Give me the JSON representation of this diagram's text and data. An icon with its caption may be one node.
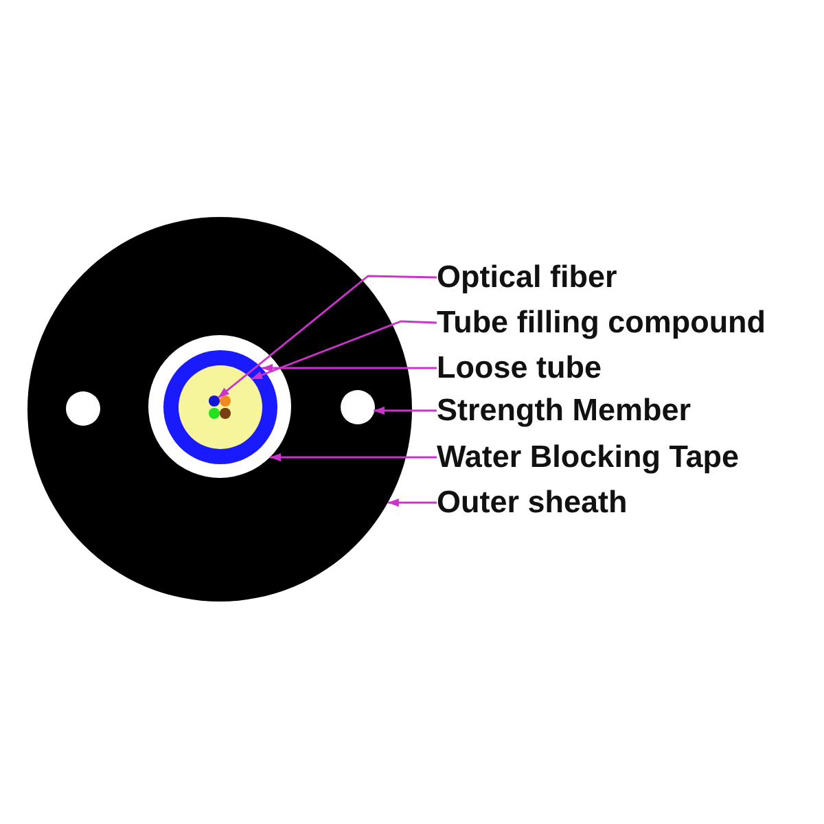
{
  "diagram": {
    "nodes": [
      {
        "text": [],
        "shape": "circle"
      },
      {
        "text": [],
        "shape": "circle",
        "in": 0
      },
      {
        "text": [],
        "shape": "circle",
        "in": 0
      },
      {
        "text": [],
        "shape": "circle",
        "in": 2
      },
      {
        "text": [],
        "shape": "circle",
        "in": 3
      },
      {
        "text": [],
        "shape": "circle",
        "in": 4
      },
      {
        "text": [],
        "shape": "circle",
        "in": 4
      },
      {
        "text": [],
        "shape": "circle",
        "in": 4
      },
      {
        "text": [],
        "shape": "circle",
        "in": 4
      },
      {
        "text": [],
        "shape": "circle",
        "in": 0
      },
      {
        "text": [
          "Optical fiber"
        ]
      },
      {
        "text": [
          "Tube filling compound"
        ]
      },
      {
        "text": [
          "Loose tube"
        ]
      },
      {
        "text": [
          "Strength Member"
        ]
      },
      {
        "text": [
          "Water Blocking Tape"
        ]
      },
      {
        "text": [
          "Outer sheath"
        ]
      }
    ],
    "edges": [
      {
        "from": 10,
        "to": 5,
        "arrow": "to"
      },
      {
        "from": 11,
        "to": 4,
        "arrow": "to"
      },
      {
        "from": 12,
        "to": 3,
        "arrow": "to"
      },
      {
        "from": 13,
        "to": 9,
        "arrow": "to"
      },
      {
        "from": 14,
        "to": 2,
        "arrow": "to"
      },
      {
        "from": 15,
        "to": 0,
        "arrow": "to"
      }
    ]
  }
}
